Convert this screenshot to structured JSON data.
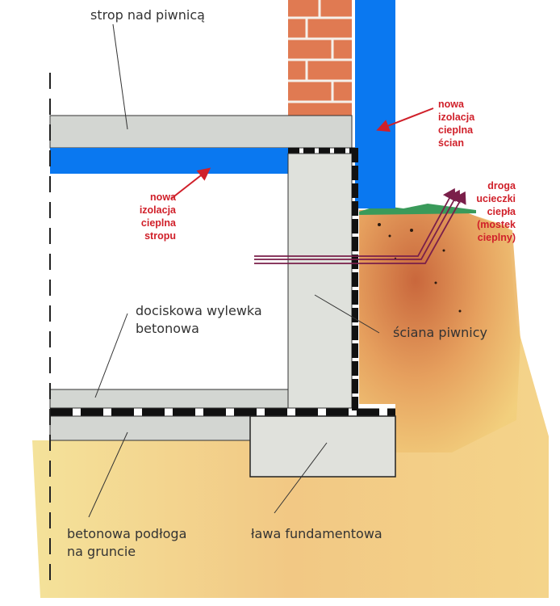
{
  "labels": {
    "ceiling": "strop nad piwnicą",
    "screed_1": "dociskowa wylewka",
    "screed_2": "betonowa",
    "basement_wall": "ściana piwnicy",
    "floor_1": "betonowa podłoga",
    "floor_2": "na gruncie",
    "footing": "ława fundamentowa"
  },
  "annotations": {
    "ceiling_insulation": [
      "nowa",
      "izolacja",
      "cieplna",
      "stropu"
    ],
    "wall_insulation": [
      "nowa",
      "izolacja",
      "cieplna",
      "ścian"
    ],
    "thermal_bridge": [
      "droga",
      "ucieczki",
      "ciepła",
      "(mostek",
      "cieplny)"
    ]
  },
  "colors": {
    "insulation": "#0a78f0",
    "annotation": "#d0202a",
    "concrete": "#d3d6d2",
    "brick": "#e07a52",
    "soil": "#c9673c",
    "ground": "#f2d98a",
    "heat_path": "#7a1f4a"
  }
}
